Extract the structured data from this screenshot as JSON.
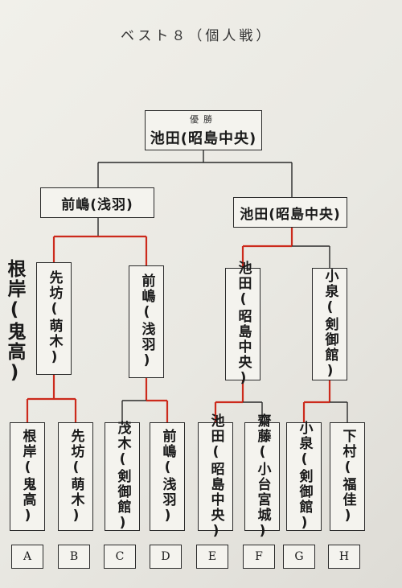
{
  "title": "ベスト８（個人戦）",
  "winner": {
    "caption": "優勝",
    "name": "池田(昭島中央)"
  },
  "final": [
    "前嶋(浅羽)",
    "池田(昭島中央)"
  ],
  "semifinal": [
    "先坊(萌木)",
    "前嶋(浅羽)",
    "池田(昭島中央)",
    "小泉(剣御館)"
  ],
  "first_round": [
    "根岸(鬼高)",
    "先坊(萌木)",
    "茂木(剣御館)",
    "前嶋(浅羽)",
    "池田(昭島中央)",
    "齋藤(小台宮城)",
    "小泉(剣御館)",
    "下村(福佳)"
  ],
  "labels": [
    "A",
    "B",
    "C",
    "D",
    "E",
    "F",
    "G",
    "H"
  ],
  "side_note": "根岸(鬼高)",
  "colors": {
    "line": "#2a2a2a",
    "advance": "#cc2a1c"
  }
}
